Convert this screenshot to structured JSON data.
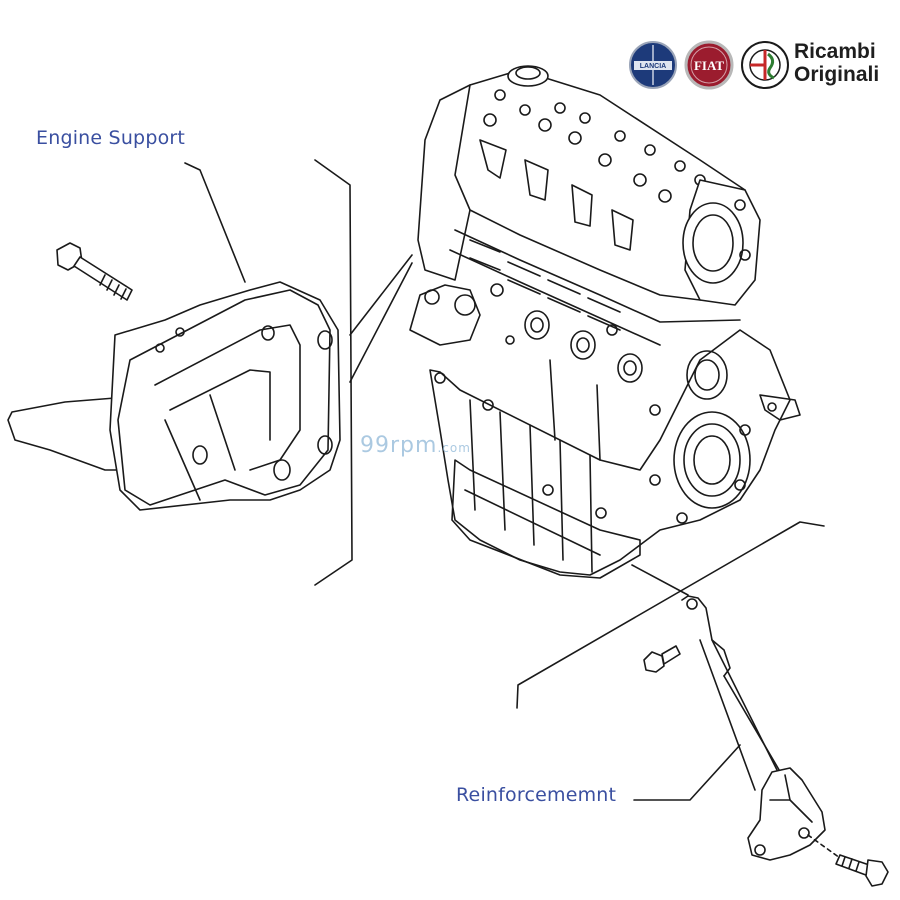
{
  "labels": {
    "engine_support": "Engine Support",
    "reinforcement": "Reinforcememnt"
  },
  "brand": {
    "line1": "Ricambi",
    "line2": "Originali",
    "badges": [
      "LANCIA",
      "FIAT"
    ],
    "badge_icons": [
      "lancia-badge-icon",
      "fiat-badge-icon",
      "alfa-romeo-badge-icon"
    ]
  },
  "watermark": {
    "main": "99rpm",
    "suffix": ".com"
  },
  "colors": {
    "label_text": "#3a4fa0",
    "line_art": "#1a1a1a",
    "watermark": "#8fb8d8",
    "fiat_red": "#9b1c2e",
    "lancia_blue": "#1d3a7a",
    "alfa_green": "#2e7d32",
    "alfa_red": "#c62828"
  }
}
